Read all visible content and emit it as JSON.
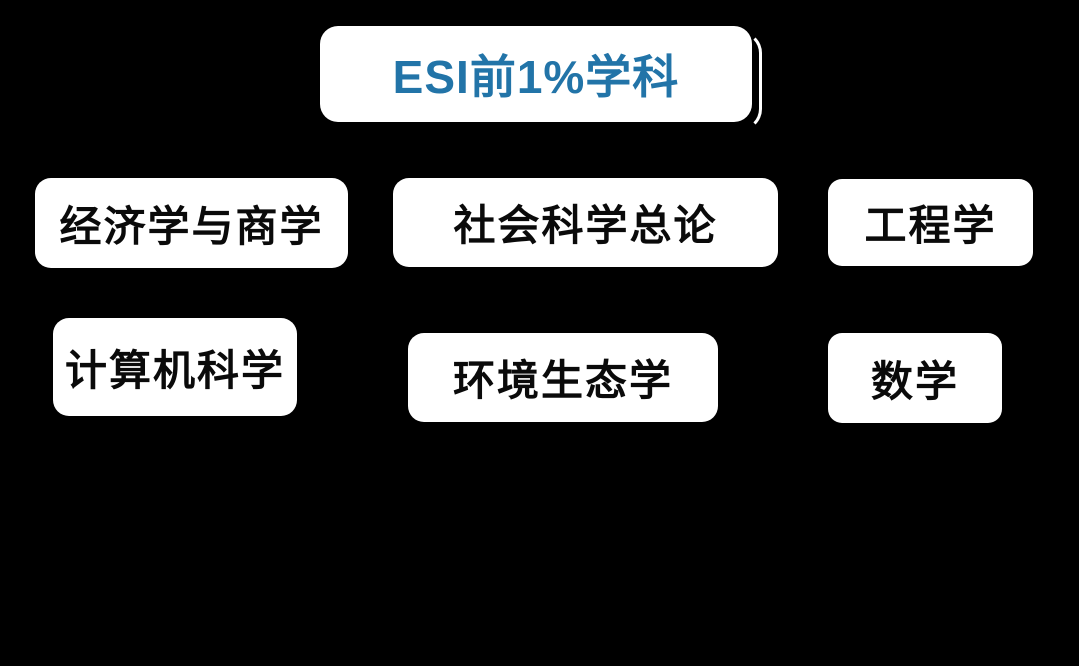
{
  "canvas": {
    "background_color": "#000000",
    "card_color": "#ffffff"
  },
  "title": {
    "label": "ESI前1%学科",
    "text_color": "#2274A8"
  },
  "groups": {
    "row1": [
      {
        "label": "经济学与商学"
      },
      {
        "label": "社会科学总论"
      },
      {
        "label": "工程学"
      }
    ],
    "row2": [
      {
        "label": "计算机科学"
      },
      {
        "label": "环境生态学"
      },
      {
        "label": "数学"
      }
    ]
  }
}
